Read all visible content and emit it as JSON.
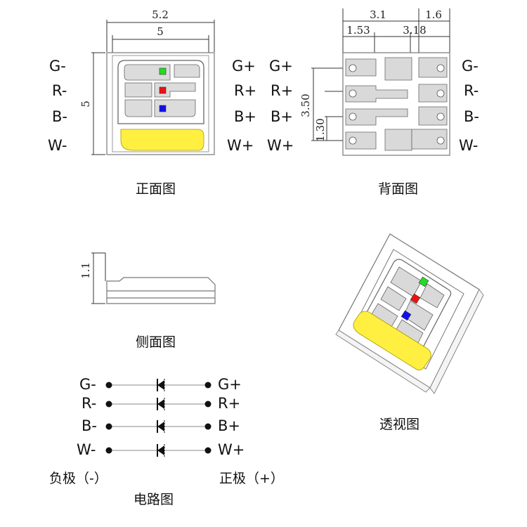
{
  "front_view": {
    "caption": "正面图",
    "dim_top_outer": "5.2",
    "dim_top_inner": "5",
    "dim_left": "5",
    "pins_left": [
      "G-",
      "R-",
      "B-",
      "W-"
    ],
    "pins_right": [
      "G+",
      "R+",
      "B+",
      "W+"
    ],
    "chip_colors": [
      "#22dd22",
      "#ee1111",
      "#1111ee"
    ],
    "white_chip_color": "#ffef40"
  },
  "back_view": {
    "caption": "背面图",
    "dim_top_left": "3.1",
    "dim_top_right": "1.6",
    "dim_sub_left": "1.53",
    "dim_sub_right": "3.18",
    "dim_vertical_outer": "3.50",
    "dim_vertical_inner": "1.30",
    "pins_left": [
      "G+",
      "R+",
      "B+",
      "W+"
    ],
    "pins_right": [
      "G-",
      "R-",
      "B-",
      "W-"
    ]
  },
  "side_view": {
    "caption": "侧面图",
    "dim_height": "1.1"
  },
  "perspective_view": {
    "caption": "透视图"
  },
  "circuit": {
    "caption": "电路图",
    "rows": [
      {
        "neg": "G-",
        "pos": "G+"
      },
      {
        "neg": "R-",
        "pos": "R+"
      },
      {
        "neg": "B-",
        "pos": "B+"
      },
      {
        "neg": "W-",
        "pos": "W+"
      }
    ],
    "negative_label": "负极（-）",
    "positive_label": "正极（+）"
  }
}
